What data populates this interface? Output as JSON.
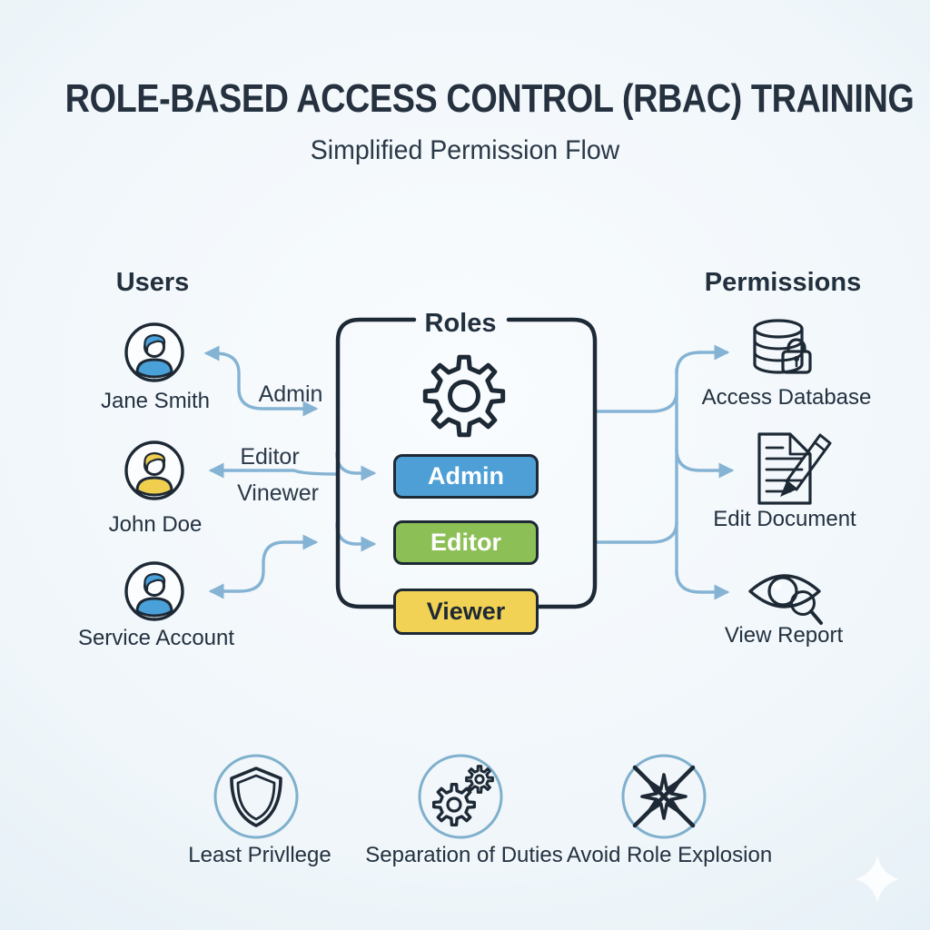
{
  "header": {
    "title": "ROLE-BASED ACCESS CONTROL (RBAC) TRAINING",
    "subtitle": "Simplified Permission Flow"
  },
  "users_column": {
    "heading": "Users",
    "users": [
      {
        "name": "Jane Smith",
        "avatar_color": "#4aa0d8"
      },
      {
        "name": "John Doe",
        "avatar_color": "#f0cf4e"
      },
      {
        "name": "Service Account",
        "avatar_color": "#4aa0d8"
      }
    ]
  },
  "assignments": {
    "labels": [
      "Admin",
      "Editor",
      "Vinewer"
    ]
  },
  "roles_box": {
    "title": "Roles",
    "roles": [
      {
        "label": "Admin",
        "color": "#4d9fd6",
        "text_color": "#ffffff"
      },
      {
        "label": "Editor",
        "color": "#8cbf56",
        "text_color": "#ffffff"
      },
      {
        "label": "Viewer",
        "color": "#f2d254",
        "text_color": "#1d2935"
      }
    ]
  },
  "permissions_column": {
    "heading": "Permissions",
    "items": [
      {
        "label": "Access Database",
        "icon": "database-lock-icon"
      },
      {
        "label": "Edit Document",
        "icon": "document-pencil-icon"
      },
      {
        "label": "View Report",
        "icon": "eye-magnifier-icon"
      }
    ]
  },
  "principles": [
    {
      "label": "Least Privllege",
      "icon": "shield-icon"
    },
    {
      "label": "Separation of Duties",
      "icon": "gears-icon"
    },
    {
      "label": "Avoid Role Explosion",
      "icon": "explosion-icon"
    }
  ],
  "colors": {
    "outline_navy": "#1d2935",
    "text_navy": "#233140",
    "arrow_blue": "#85b3d4",
    "role_admin": "#4d9fd6",
    "role_editor": "#8cbf56",
    "role_viewer": "#f2d254",
    "principle_ring": "#7fb0cc",
    "background_edge": "#cfe2ee"
  }
}
